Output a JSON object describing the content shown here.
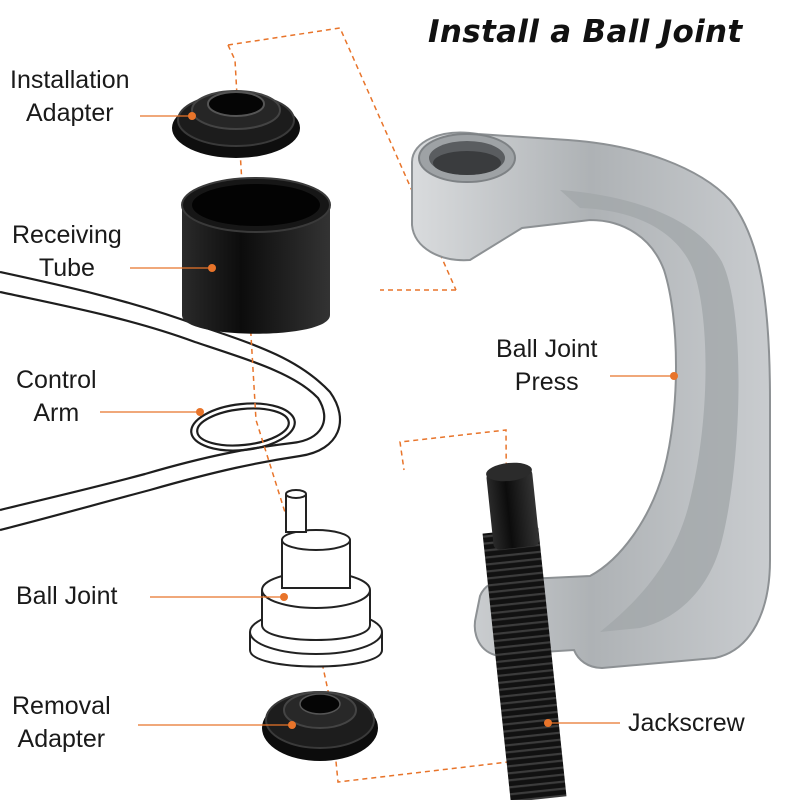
{
  "title": "Install a Ball Joint",
  "colors": {
    "leader": "#e8742a",
    "part_black": "#151515",
    "press_silver": "#b9bcbf",
    "outline": "#222222"
  },
  "labels": {
    "installation_adapter": [
      "Installation",
      "Adapter"
    ],
    "receiving_tube": [
      "Receiving",
      "Tube"
    ],
    "control_arm": [
      "Control",
      "Arm"
    ],
    "ball_joint": [
      "Ball Joint"
    ],
    "removal_adapter": [
      "Removal",
      "Adapter"
    ],
    "ball_joint_press": [
      "Ball Joint",
      "Press"
    ],
    "jackscrew": [
      "Jackscrew"
    ]
  }
}
